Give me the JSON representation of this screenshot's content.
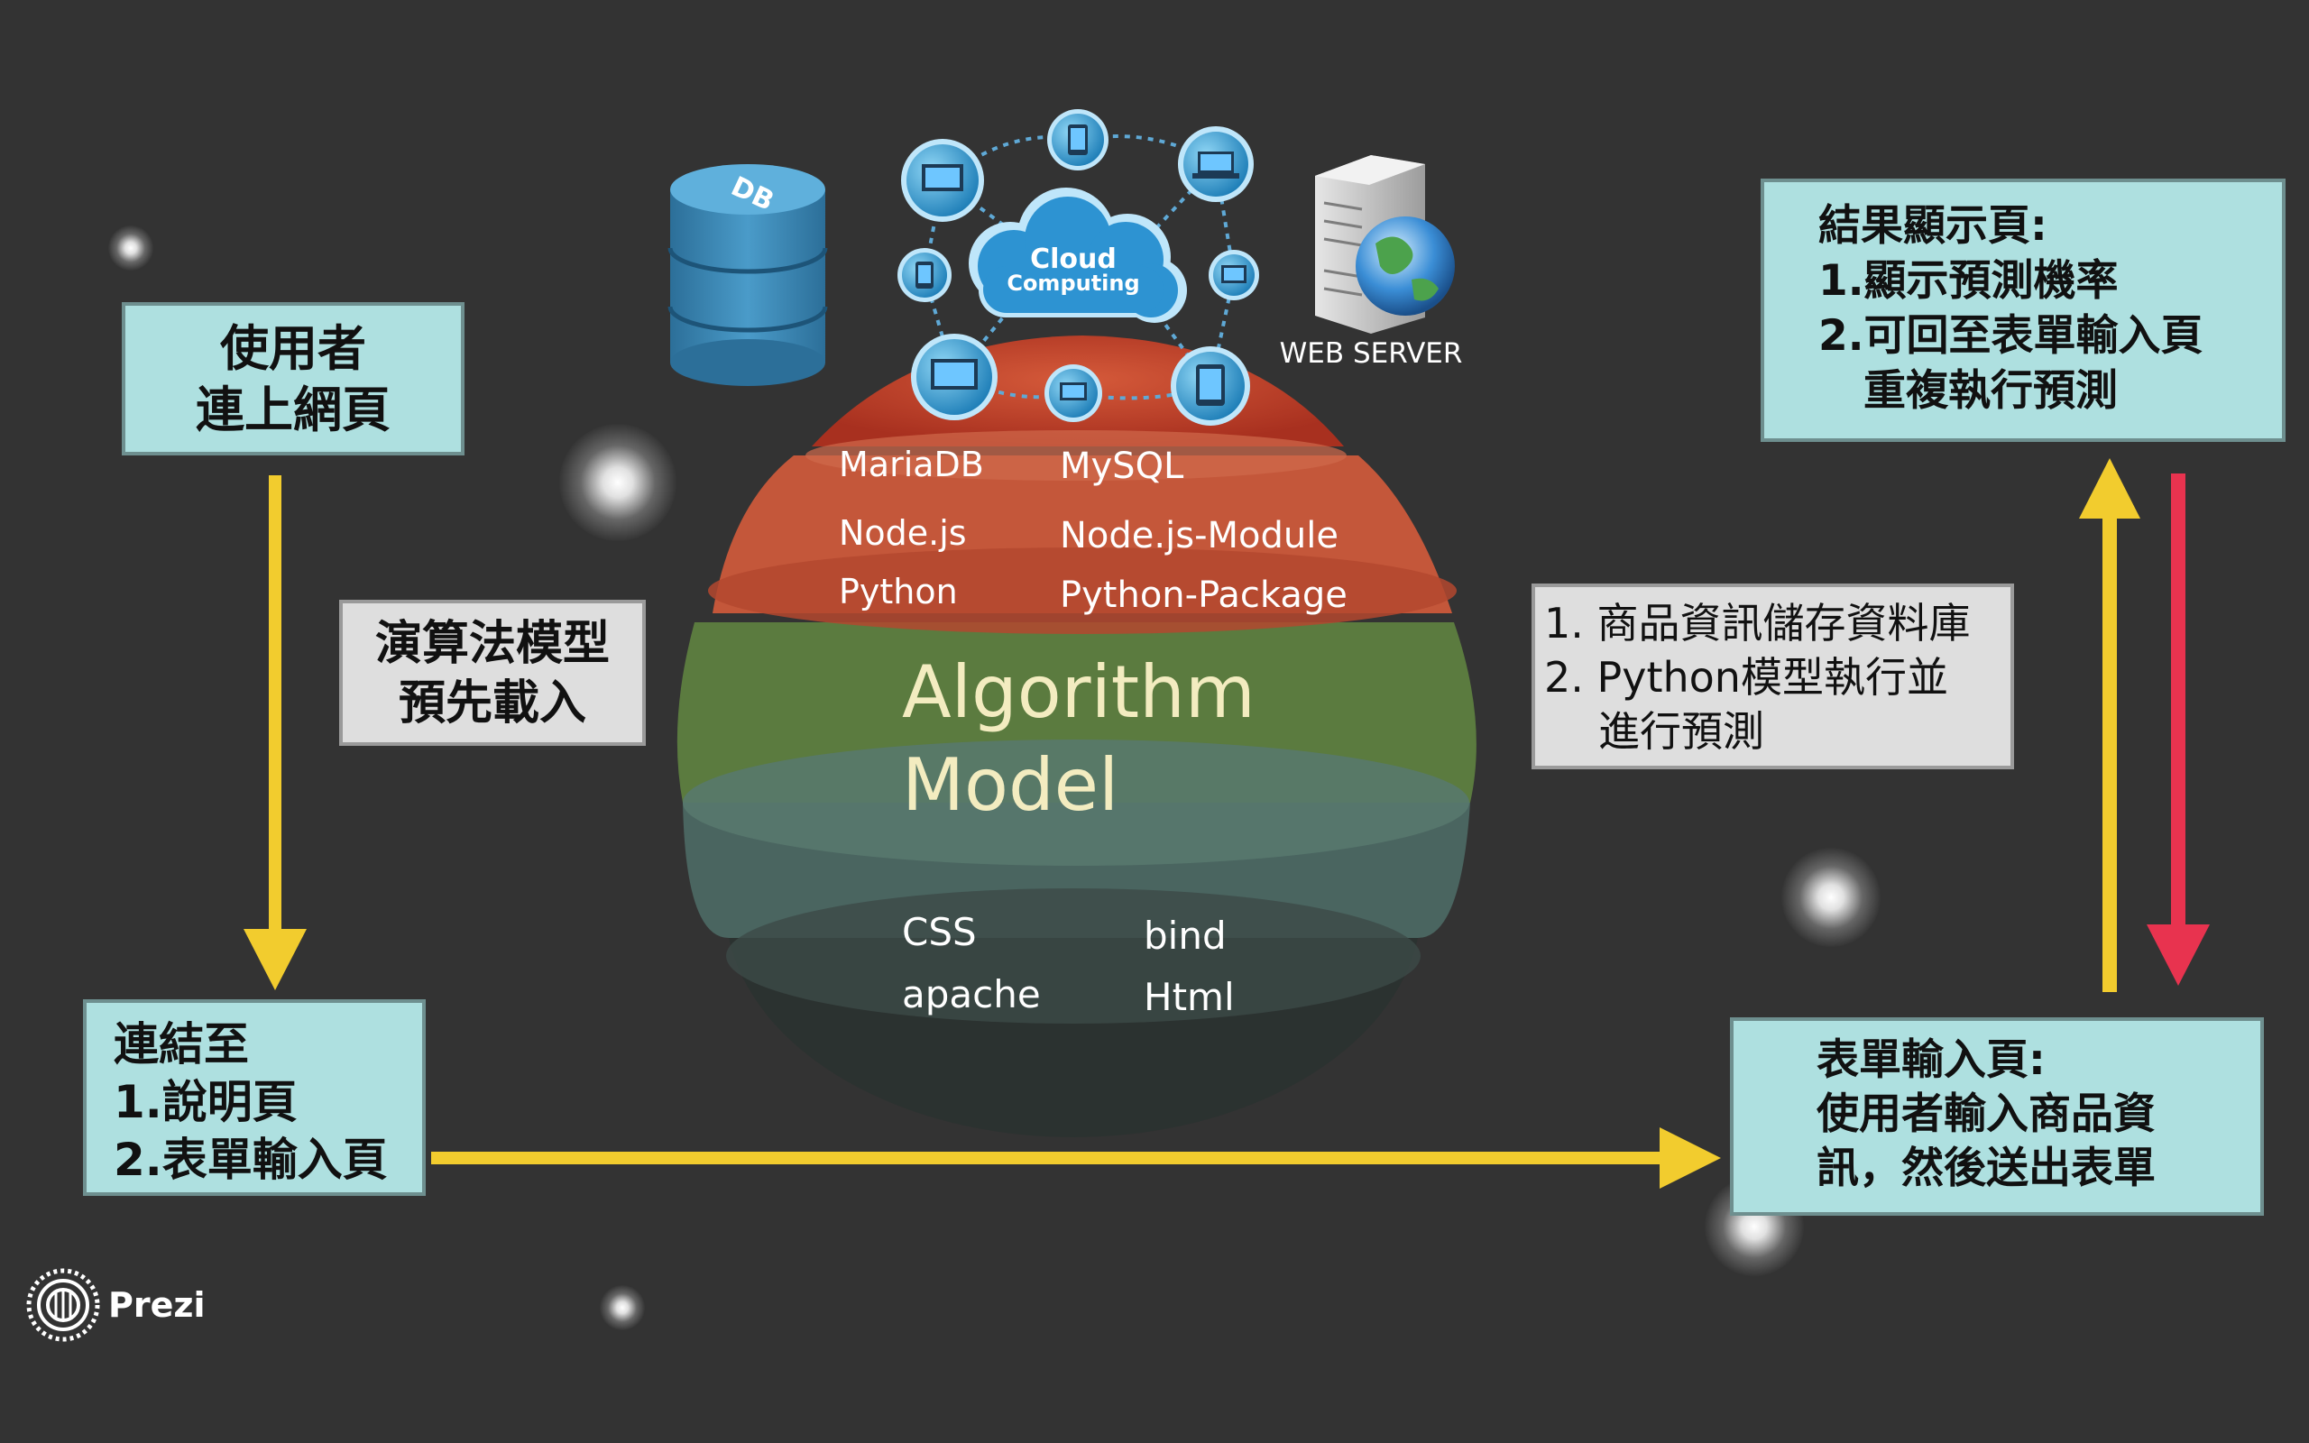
{
  "boxes": {
    "user": {
      "lines": [
        "使用者",
        "連上網頁"
      ]
    },
    "link": {
      "lines": [
        "連結至",
        "1.說明頁",
        "2.表單輸入頁"
      ]
    },
    "algo_preload": {
      "lines": [
        "演算法模型",
        "預先載入"
      ]
    },
    "storage": {
      "lines": [
        "1. 商品資訊儲存資料庫",
        "2. Python模型執行並",
        "進行預測"
      ]
    },
    "result": {
      "lines": [
        "結果顯示頁:",
        "1.顯示預測機率",
        "2.可回至表單輸入頁",
        "重複執行預測"
      ]
    },
    "form": {
      "lines": [
        "表單輸入頁:",
        "使用者輸入商品資",
        "訊，然後送出表單"
      ]
    }
  },
  "sphere": {
    "backend": [
      "MariaDB",
      "MySQL",
      "Node.js",
      "Node.js-Module",
      "Python",
      "Python-Package"
    ],
    "core": [
      "Algorithm",
      "Model"
    ],
    "frontend": [
      "CSS",
      "bind",
      "apache",
      "Html"
    ]
  },
  "icons": {
    "db_label": "DB",
    "cloud_label_1": "Cloud",
    "cloud_label_2": "Computing",
    "web_server_label": "WEB SERVER"
  },
  "branding": {
    "logo_text": "Prezi"
  },
  "colors": {
    "background": "#333333",
    "box_teal": "#aee0e0",
    "box_grey": "#dedede",
    "arrow_yellow": "#f2cc2e",
    "arrow_red": "#e8334f",
    "sphere_red": "#c0432a",
    "sphere_green": "#5b7b3f",
    "sphere_teal": "#4e6a62"
  }
}
